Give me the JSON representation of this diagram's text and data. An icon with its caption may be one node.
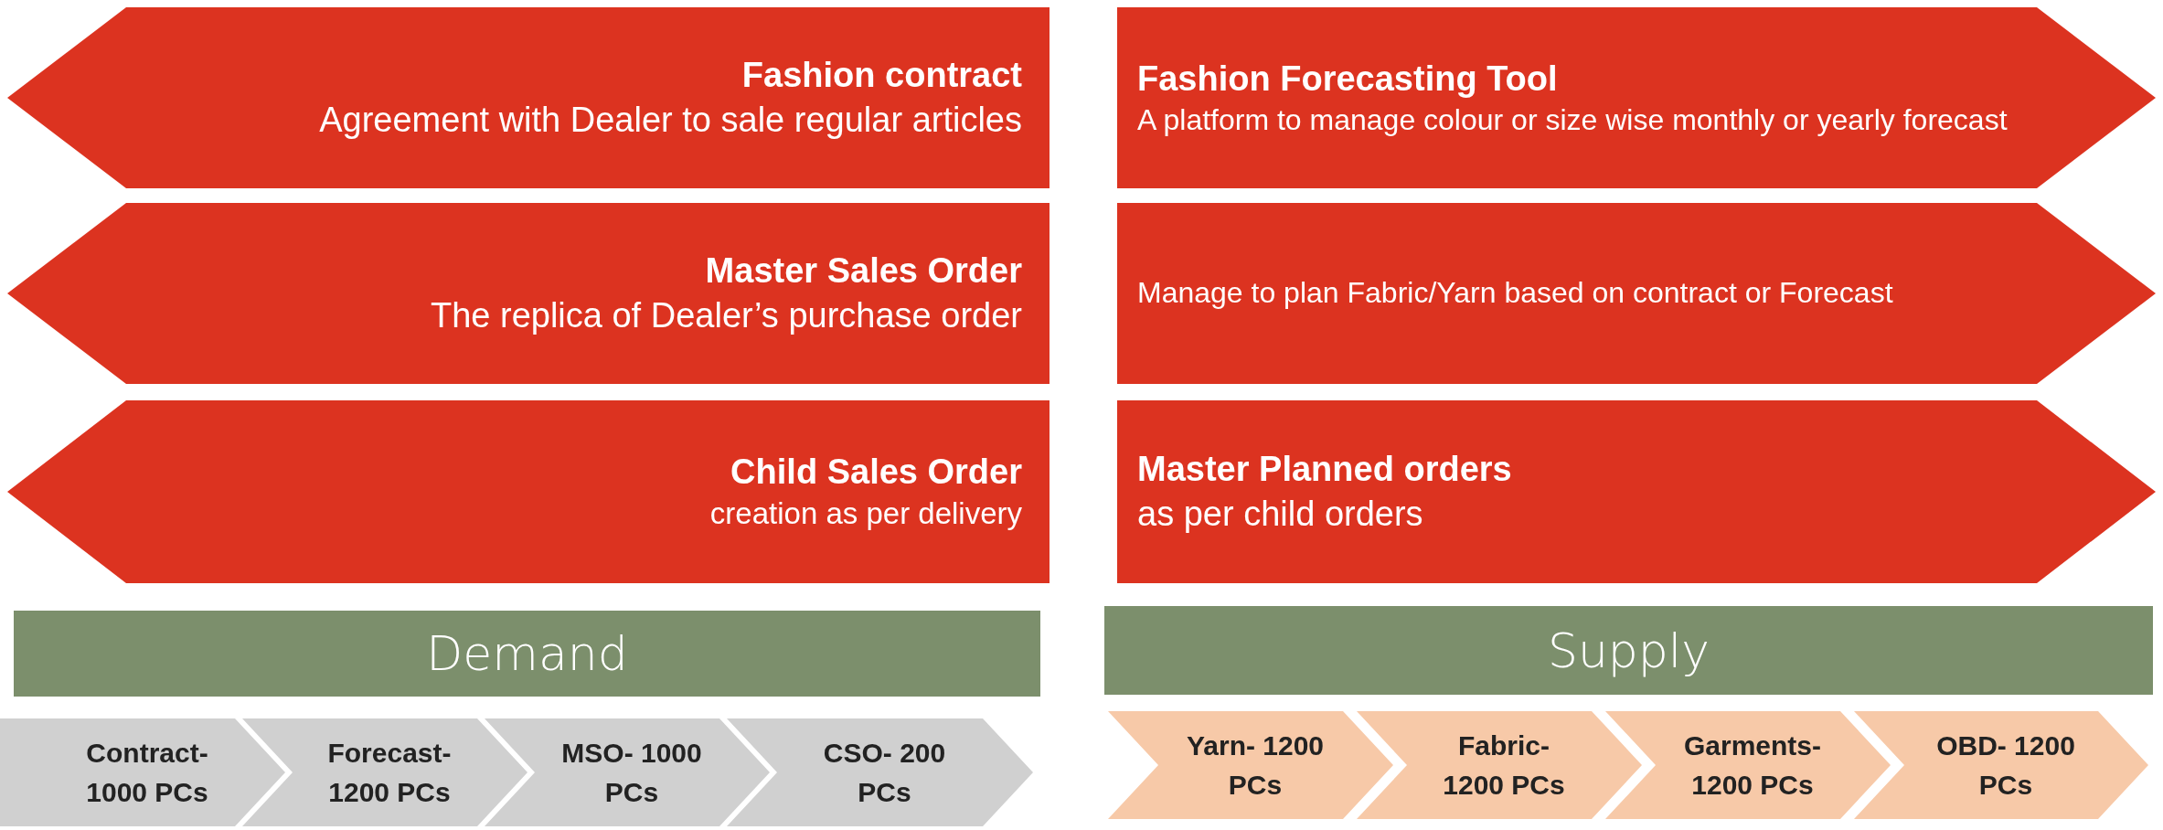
{
  "diagram": {
    "nodes": [
      {
        "text": [
          "Fashion contract",
          "Agreement with Dealer to sale regular articles"
        ]
      },
      {
        "text": [
          "Fashion Forecasting Tool",
          "A platform to manage colour or size wise monthly or yearly forecast"
        ]
      },
      {
        "text": [
          "Master Sales Order",
          "The replica of Dealer’s purchase order"
        ]
      },
      {
        "text": [
          "Manage to plan Fabric/Yarn based on contract or Forecast"
        ]
      },
      {
        "text": [
          "Child Sales Order",
          "creation as per delivery"
        ]
      },
      {
        "text": [
          "Master Planned orders",
          "as per child orders"
        ]
      },
      {
        "text": [
          "Demand"
        ]
      },
      {
        "text": [
          "Supply"
        ]
      },
      {
        "text": [
          "Contract- 1000 PCs"
        ]
      },
      {
        "text": [
          "Forecast- 1200 PCs"
        ]
      },
      {
        "text": [
          "MSO- 1000 PCs"
        ]
      },
      {
        "text": [
          "CSO- 200 PCs"
        ]
      },
      {
        "text": [
          "Yarn- 1200 PCs"
        ]
      },
      {
        "text": [
          "Fabric- 1200 PCs"
        ]
      },
      {
        "text": [
          "Garments- 1200 PCs"
        ]
      },
      {
        "text": [
          "OBD- 1200 PCs"
        ]
      }
    ]
  }
}
